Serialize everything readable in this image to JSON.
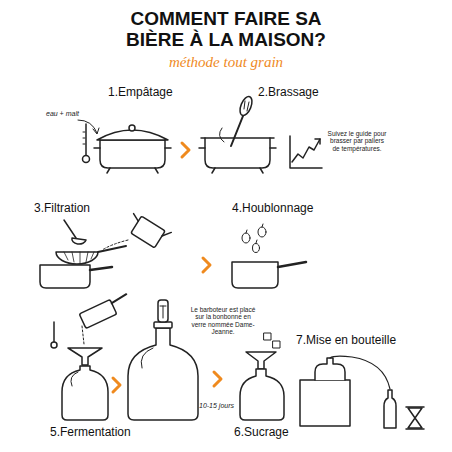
{
  "diagram": {
    "title": "COMMENT FAIRE SA BIÈRE À LA MAISON?",
    "labels": [
      "méthode tout grain",
      "1.Empâtage",
      "2.Brassage",
      "eau + malt",
      "Suivez le guide pour brasser par paliers de températures.",
      "3.Filtration",
      "4.Houblonnage",
      "Le barboteur est placé sur la bonbonne en verre nommée Dame-Jeanne.",
      "7.Mise en bouteille",
      "10-15 jours",
      "5.Fermentation",
      "6.Sucrage"
    ]
  }
}
